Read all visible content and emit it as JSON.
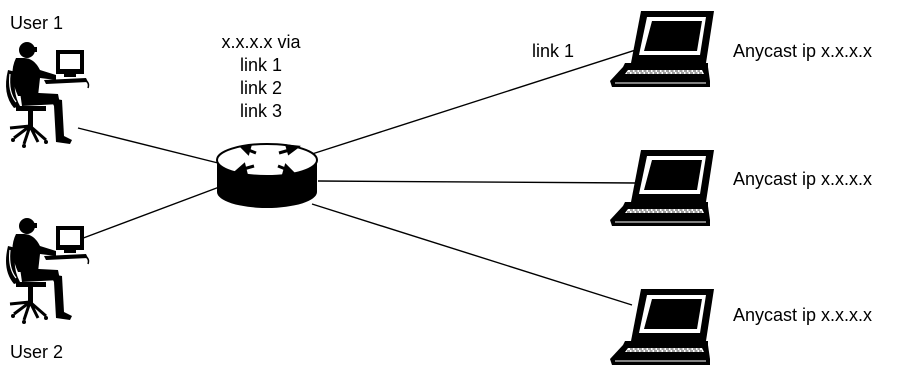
{
  "users": [
    {
      "label": "User 1"
    },
    {
      "label": "User 2"
    }
  ],
  "router": {
    "route_lines": [
      "x.x.x.x via",
      "link 1",
      "link 2",
      "link 3"
    ]
  },
  "links": {
    "top_label": "link 1"
  },
  "servers": [
    {
      "label": "Anycast ip x.x.x.x"
    },
    {
      "label": "Anycast ip x.x.x.x"
    },
    {
      "label": "Anycast ip x.x.x.x"
    }
  ],
  "colors": {
    "stroke": "#000000",
    "background": "#ffffff"
  }
}
